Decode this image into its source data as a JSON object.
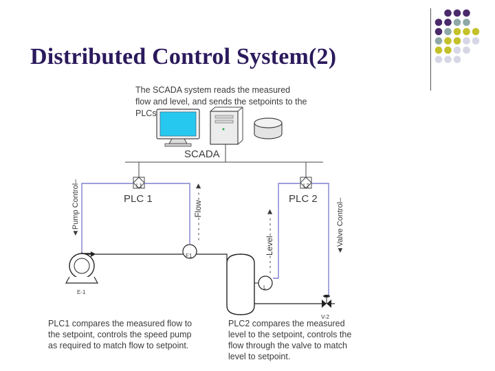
{
  "slide": {
    "title": "Distributed Control System(2)"
  },
  "decoration": {
    "dot_colors": [
      "#4a2a6a",
      "#8fa8a8",
      "#c4c12a",
      "#d6d6e6"
    ]
  },
  "diagram": {
    "intro_text": [
      "The SCADA system reads the measured",
      "flow and level, and sends the setpoints to the",
      "PLCs"
    ],
    "scada_label": "SCADA",
    "plc1": {
      "label": "PLC 1",
      "tag": "L1"
    },
    "plc2": {
      "label": "PLC 2",
      "tag": "L2"
    },
    "signals": {
      "pump_control": "Pump Control",
      "flow": "Flow",
      "level": "Level",
      "valve_control": "Valve Control"
    },
    "instruments": {
      "flow_meter": "F1",
      "level_sensor": "L",
      "pump": "E-1",
      "valve": "V-2"
    },
    "caption_left": [
      "PLC1 compares the measured flow to",
      "the setpoint, controls the speed pump",
      "as required to match flow to setpoint."
    ],
    "caption_right": [
      "PLC2 compares the measured",
      "level to the setpoint, controls the",
      "flow through the valve to match",
      "level to setpoint."
    ],
    "colors": {
      "signal_line": "#7f7fd0",
      "process_line": "#222222",
      "monitor_screen": "#27c8f0",
      "text": "#3a3a3a"
    }
  }
}
